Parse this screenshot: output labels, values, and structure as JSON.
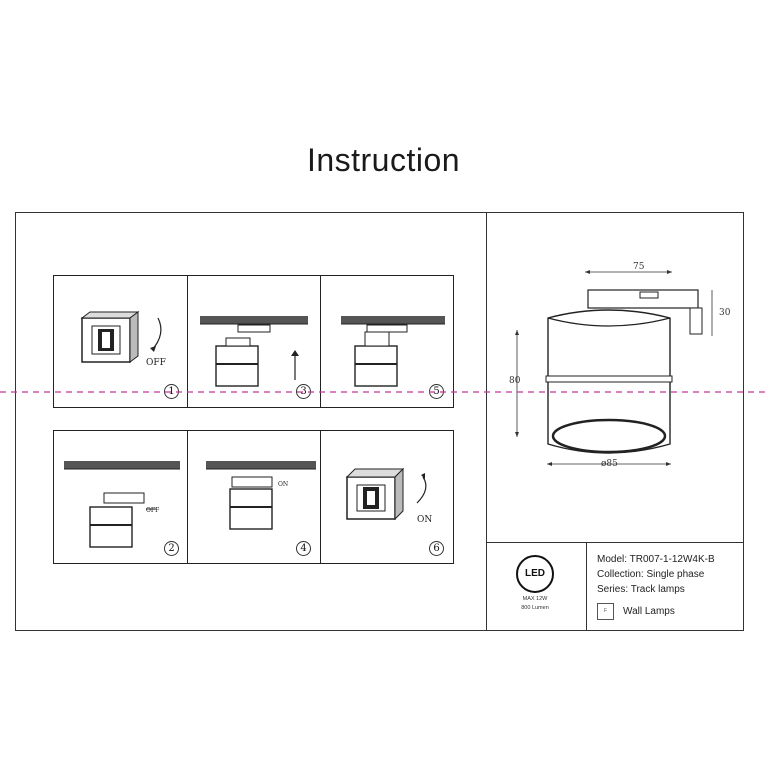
{
  "title": "Instruction",
  "steps": [
    {
      "id": "step1",
      "num": "1",
      "label": "OFF"
    },
    {
      "id": "step3",
      "num": "3",
      "label": ""
    },
    {
      "id": "step5a",
      "num": "5",
      "label": ""
    },
    {
      "id": "step2",
      "num": "2",
      "label": "OFF"
    },
    {
      "id": "step4",
      "num": "4",
      "label": "ON"
    },
    {
      "id": "step6",
      "num": "6",
      "label": "ON"
    }
  ],
  "dimensions": {
    "width": "75",
    "height": "80",
    "track": "30",
    "diameter": "ø85"
  },
  "badge": {
    "text": "LED",
    "power": "MAX 12W",
    "lumen": "800 Lumen"
  },
  "specs": {
    "model": "Model: TR007-1-12W4K-B",
    "collection": "Collection: Single phase",
    "series": "Series: Track lamps",
    "category": "Wall Lamps",
    "category_icon": "F"
  },
  "colors": {
    "guide": "#c0399b",
    "ink": "#222222"
  }
}
